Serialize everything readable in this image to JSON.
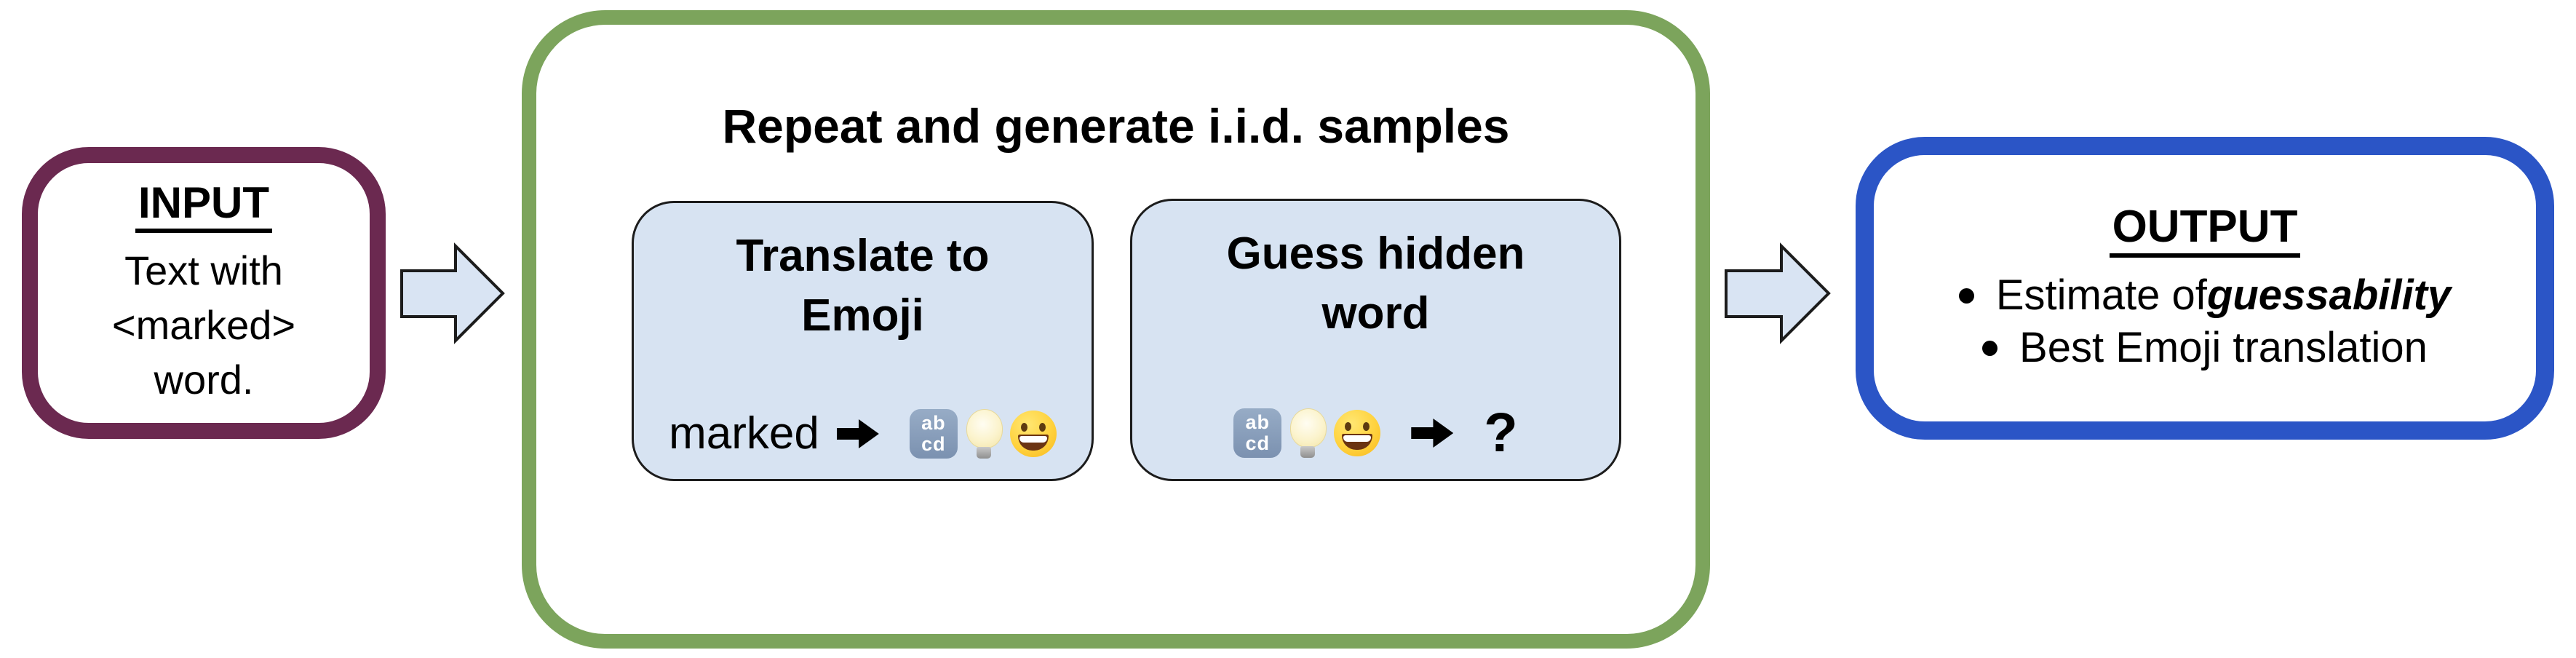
{
  "input_box": {
    "title": "INPUT",
    "lines": [
      "Text with",
      "<marked>",
      "word."
    ]
  },
  "process_box": {
    "title": "Repeat and generate i.i.d. samples",
    "translate_box": {
      "title_line1": "Translate to",
      "title_line2": "Emoji",
      "source_word": "marked",
      "arrow_icon": "➡",
      "emoji_icons": [
        "🔤",
        "💡",
        "😀"
      ],
      "letters_chip": {
        "top": "ab",
        "bottom": "cd"
      }
    },
    "guess_box": {
      "title_line1": "Guess hidden",
      "title_line2": "word",
      "emoji_icons": [
        "🔤",
        "💡",
        "😀"
      ],
      "arrow_icon": "➡",
      "question_mark": "?",
      "letters_chip": {
        "top": "ab",
        "bottom": "cd"
      }
    }
  },
  "output_box": {
    "title": "OUTPUT",
    "bullets": [
      {
        "text_before": "Estimate of ",
        "text_emphasis": "guessability",
        "text_after": ""
      },
      {
        "text_before": "",
        "text_emphasis": "",
        "text_after": "Best Emoji translation"
      }
    ]
  },
  "colors": {
    "input_border": "#6B2950",
    "process_border": "#7CA45C",
    "output_border": "#2B55C6",
    "panel_fill": "#D7E3F2",
    "arrow_fill": "#D9E4F3"
  }
}
